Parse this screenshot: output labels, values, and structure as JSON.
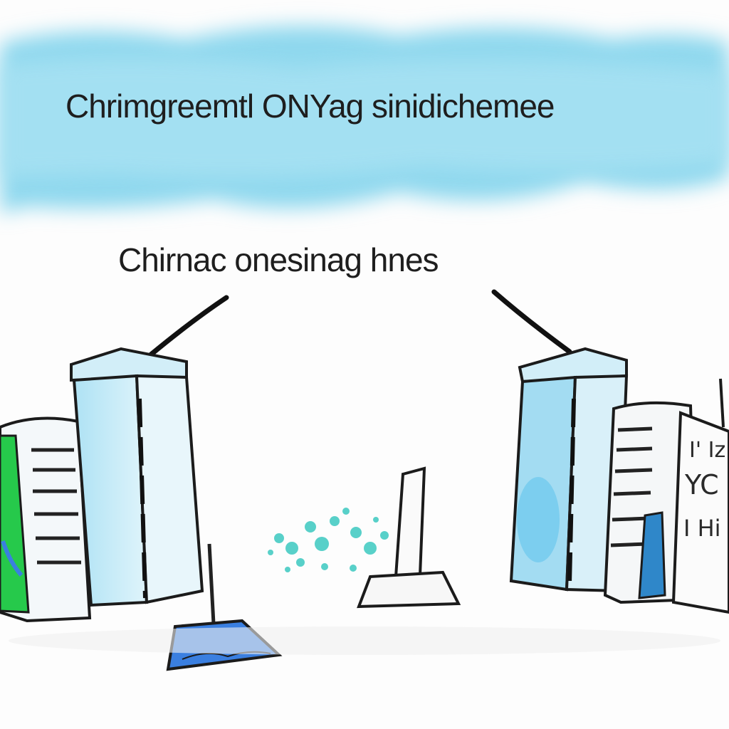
{
  "captions": {
    "main": "Chrimgreemtl ONYag sinidichemee",
    "sub": "Chirnac onesinag hnes"
  },
  "sign_glyphs": {
    "line1": "I' Iz",
    "line2": "YC",
    "line3": "I Hi"
  },
  "colors": {
    "sky": "#8fd8ee",
    "building_glass": "#c6ebf6",
    "building_outline": "#1b1b1b",
    "accent_green": "#26c94b",
    "accent_blue": "#3a7fe0",
    "splash_teal": "#3cc9c0",
    "background": "#fdfdfd"
  },
  "icons": [
    "cloud-banner",
    "skyscraper-left",
    "skyscraper-right",
    "antenna-cable-left",
    "antenna-cable-right",
    "sweeping-broom",
    "monument-tower",
    "water-splash"
  ]
}
